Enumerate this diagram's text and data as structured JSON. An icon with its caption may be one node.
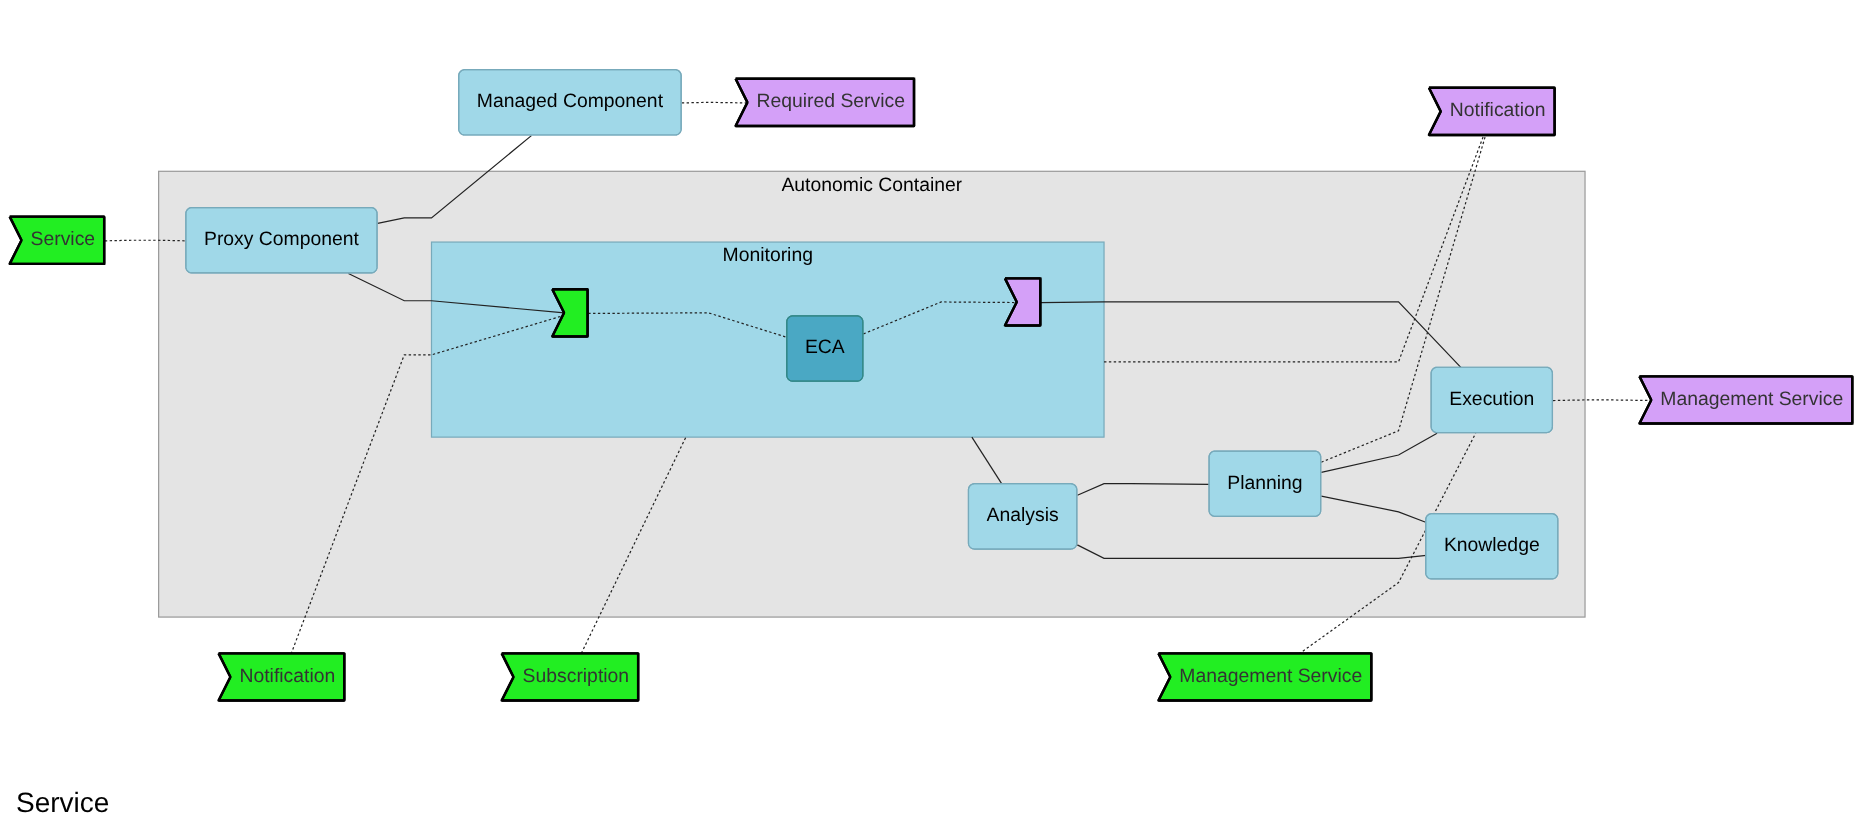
{
  "diagram": {
    "nodes": [
      {
        "text": [
          "Autonomic Container"
        ]
      },
      {
        "text": [
          "Service"
        ]
      },
      {
        "text": [
          "Proxy Component"
        ],
        "in": 0
      },
      {
        "text": [
          "Managed Component"
        ]
      },
      {
        "text": [
          "Required Service"
        ]
      },
      {
        "text": [
          "Notification"
        ]
      },
      {
        "text": [
          "Monitoring"
        ],
        "in": 0
      },
      {
        "text": [
          "ECA"
        ],
        "in": 6
      },
      {
        "text": [
          "Subscription"
        ]
      },
      {
        "text": [
          "Notification"
        ]
      },
      {
        "text": [
          "Analysis"
        ],
        "in": 0
      },
      {
        "text": [
          "Planning"
        ],
        "in": 0
      },
      {
        "text": [
          "Knowledge"
        ],
        "in": 0
      },
      {
        "text": [
          "Management Service"
        ]
      },
      {
        "text": [
          "Execution"
        ],
        "in": 0
      },
      {
        "text": [
          "Management Service"
        ]
      },
      {
        "text": [],
        "shape": "chevron",
        "in": 6
      },
      {
        "text": [],
        "shape": "chevron",
        "in": 6
      }
    ],
    "edges": [
      {
        "from": 1,
        "to": 2,
        "arrow": "none",
        "style": "dashed"
      },
      {
        "from": 2,
        "to": 3,
        "arrow": "none"
      },
      {
        "from": 3,
        "to": 4,
        "arrow": "none",
        "style": "dashed"
      },
      {
        "from": 2,
        "to": 16,
        "arrow": "none"
      },
      {
        "from": 5,
        "to": 16,
        "arrow": "none",
        "style": "dashed"
      },
      {
        "from": 8,
        "to": 6,
        "arrow": "none",
        "style": "dashed"
      },
      {
        "from": 16,
        "to": 7,
        "arrow": "none",
        "style": "dashed"
      },
      {
        "from": 7,
        "to": 17,
        "arrow": "none",
        "style": "dashed"
      },
      {
        "from": 6,
        "to": 9,
        "arrow": "none",
        "style": "dashed"
      },
      {
        "from": 6,
        "to": 10,
        "arrow": "none"
      },
      {
        "from": 17,
        "to": 14,
        "arrow": "none"
      },
      {
        "from": 10,
        "to": 11,
        "arrow": "none"
      },
      {
        "from": 10,
        "to": 12,
        "arrow": "none"
      },
      {
        "from": 11,
        "to": 9,
        "arrow": "none",
        "style": "dashed"
      },
      {
        "from": 11,
        "to": 14,
        "arrow": "none"
      },
      {
        "from": 11,
        "to": 12,
        "arrow": "none"
      },
      {
        "from": 13,
        "to": 14,
        "arrow": "none",
        "style": "dashed"
      },
      {
        "from": 14,
        "to": 15,
        "arrow": "none",
        "style": "dashed"
      }
    ],
    "labels": [
      "Service"
    ]
  }
}
